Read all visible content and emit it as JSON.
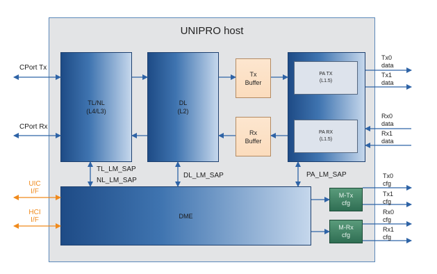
{
  "host_title": "UNIPRO host",
  "blocks": {
    "tlnl": {
      "line1": "TL/NL",
      "line2": "(L4/L3)"
    },
    "dl": {
      "line1": "DL",
      "line2": "(L2)"
    },
    "tx_buffer": {
      "line1": "Tx",
      "line2": "Buffer"
    },
    "rx_buffer": {
      "line1": "Rx",
      "line2": "Buffer"
    },
    "pa_tx": {
      "line1": "PA TX",
      "line2": "(L1.5)"
    },
    "pa_rx": {
      "line1": "PA RX",
      "line2": "(L1.5)"
    },
    "dme": "DME",
    "mtx": {
      "line1": "M-Tx",
      "line2": "cfg"
    },
    "mrx": {
      "line1": "M-Rx",
      "line2": "cfg"
    }
  },
  "sap_labels": {
    "tl": "TL_LM_SAP",
    "nl": "NL_LM_SAP",
    "dl": "DL_LM_SAP",
    "pa": "PA_LM_SAP"
  },
  "left_ports": {
    "cport_tx": "CPort Tx",
    "cport_rx": "CPort Rx",
    "uic": {
      "line1": "UIC",
      "line2": "I/F"
    },
    "hci": {
      "line1": "HCI",
      "line2": "I/F"
    }
  },
  "right_ports": {
    "tx0_data": {
      "line1": "Tx0",
      "line2": "data"
    },
    "tx1_data": {
      "line1": "Tx1",
      "line2": "data"
    },
    "rx0_data": {
      "line1": "Rx0",
      "line2": "data"
    },
    "rx1_data": {
      "line1": "Rx1",
      "line2": "data"
    },
    "tx0_cfg": {
      "line1": "Tx0",
      "line2": "cfg"
    },
    "tx1_cfg": {
      "line1": "Tx1",
      "line2": "cfg"
    },
    "rx0_cfg": {
      "line1": "Rx0",
      "line2": "cfg"
    },
    "rx1_cfg": {
      "line1": "Rx1",
      "line2": "cfg"
    }
  },
  "colors": {
    "arrow_blue": "#2e63a6",
    "arrow_orange": "#f08a1c",
    "host_border": "#5b88b9"
  }
}
